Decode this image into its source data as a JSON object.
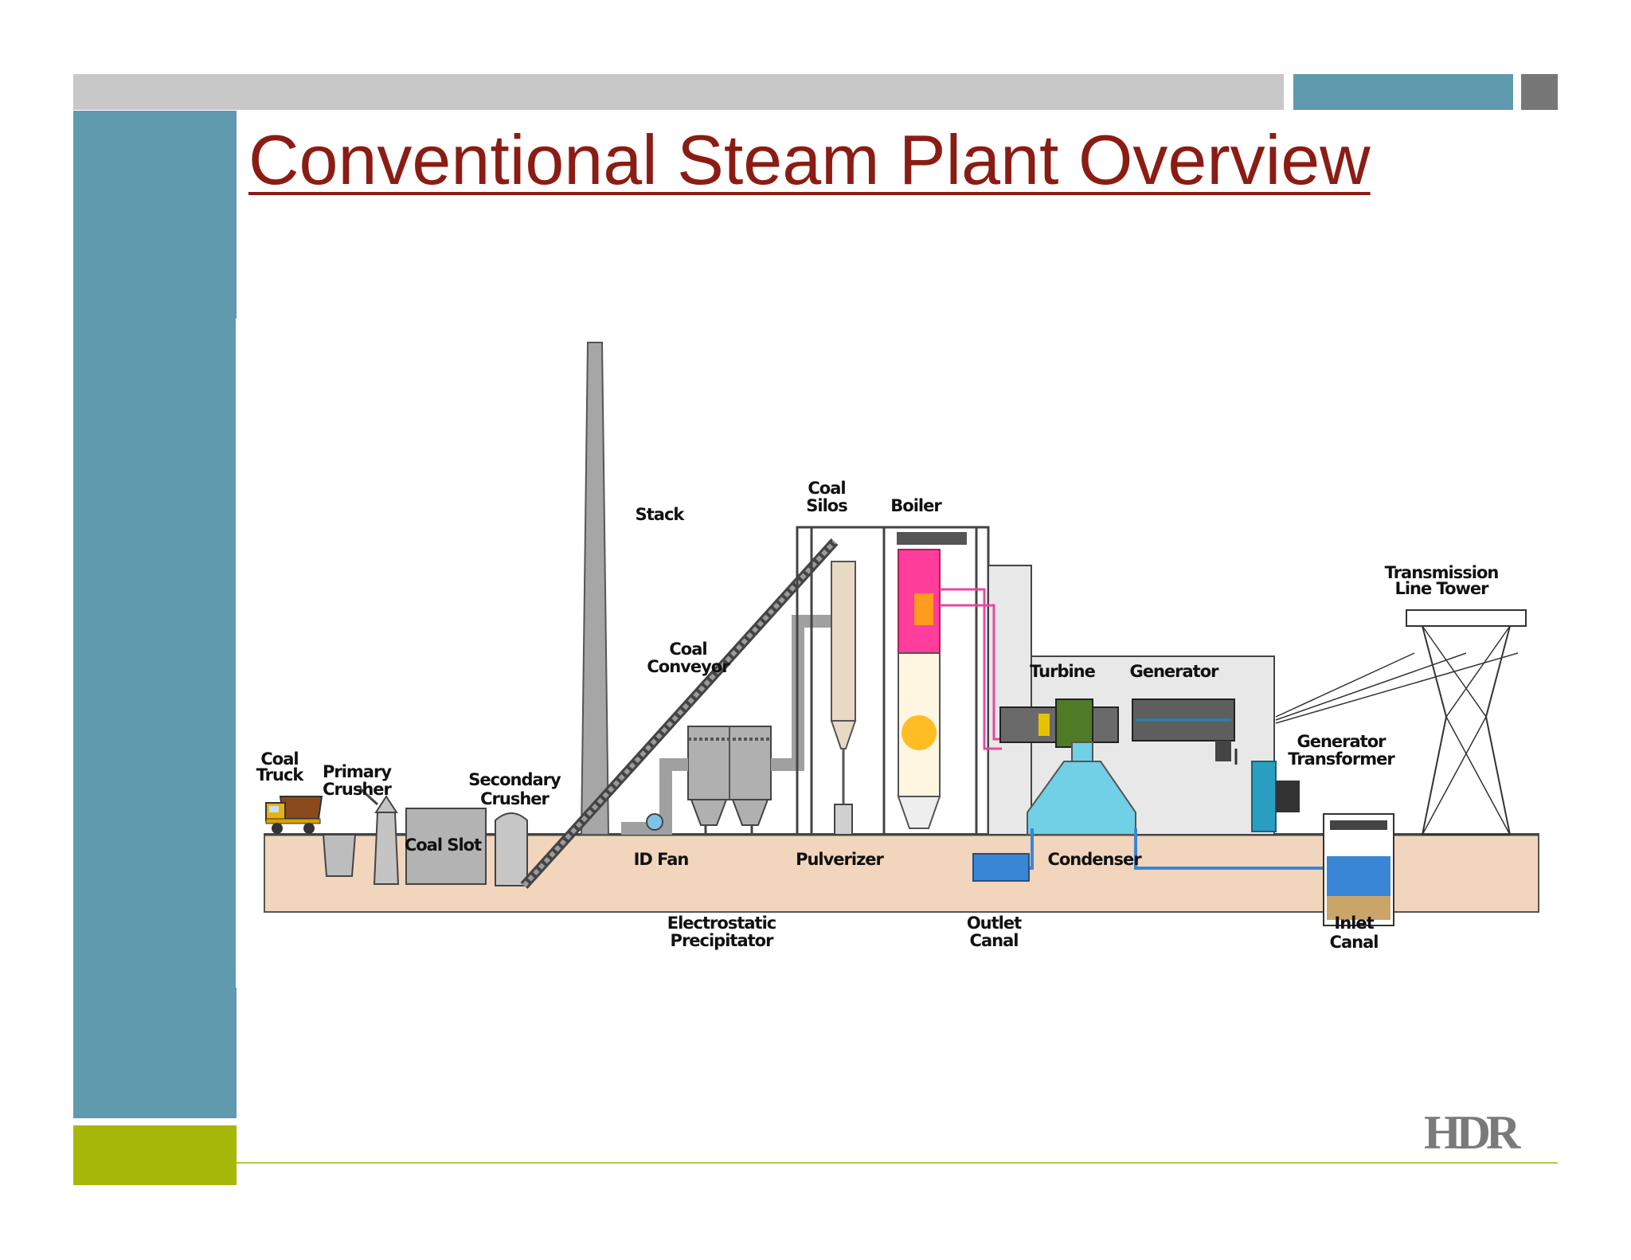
{
  "slide": {
    "title": "Conventional Steam Plant Overview",
    "logo": "HDR"
  },
  "diagram": {
    "labels": {
      "coal_truck": [
        "Coal",
        "Truck"
      ],
      "primary_crusher": [
        "Primary",
        "Crusher"
      ],
      "coal_slot": "Coal Slot",
      "secondary_crusher": [
        "Secondary",
        "Crusher"
      ],
      "stack": "Stack",
      "coal_conveyor": [
        "Coal",
        "Conveyor"
      ],
      "id_fan": "ID Fan",
      "electrostatic_precipitator": [
        "Electrostatic",
        "Precipitator"
      ],
      "coal_silos": [
        "Coal",
        "Silos"
      ],
      "boiler": "Boiler",
      "pulverizer": "Pulverizer",
      "turbine": "Turbine",
      "generator": "Generator",
      "condenser": "Condenser",
      "outlet_canal": [
        "Outlet",
        "Canal"
      ],
      "generator_transformer": [
        "Generator",
        "Transformer"
      ],
      "transmission_line_tower": [
        "Transmission",
        "Line Tower"
      ],
      "inlet_canal": [
        "Inlet",
        "Canal"
      ]
    }
  },
  "colors": {
    "title": "#8b1c14",
    "teal": "#609aae",
    "green": "#a6b70a",
    "ground": "#f1d5bd",
    "condenser": "#6fd0e6",
    "water": "#3a86d6",
    "boiler_hot": "#ff3d9a"
  }
}
